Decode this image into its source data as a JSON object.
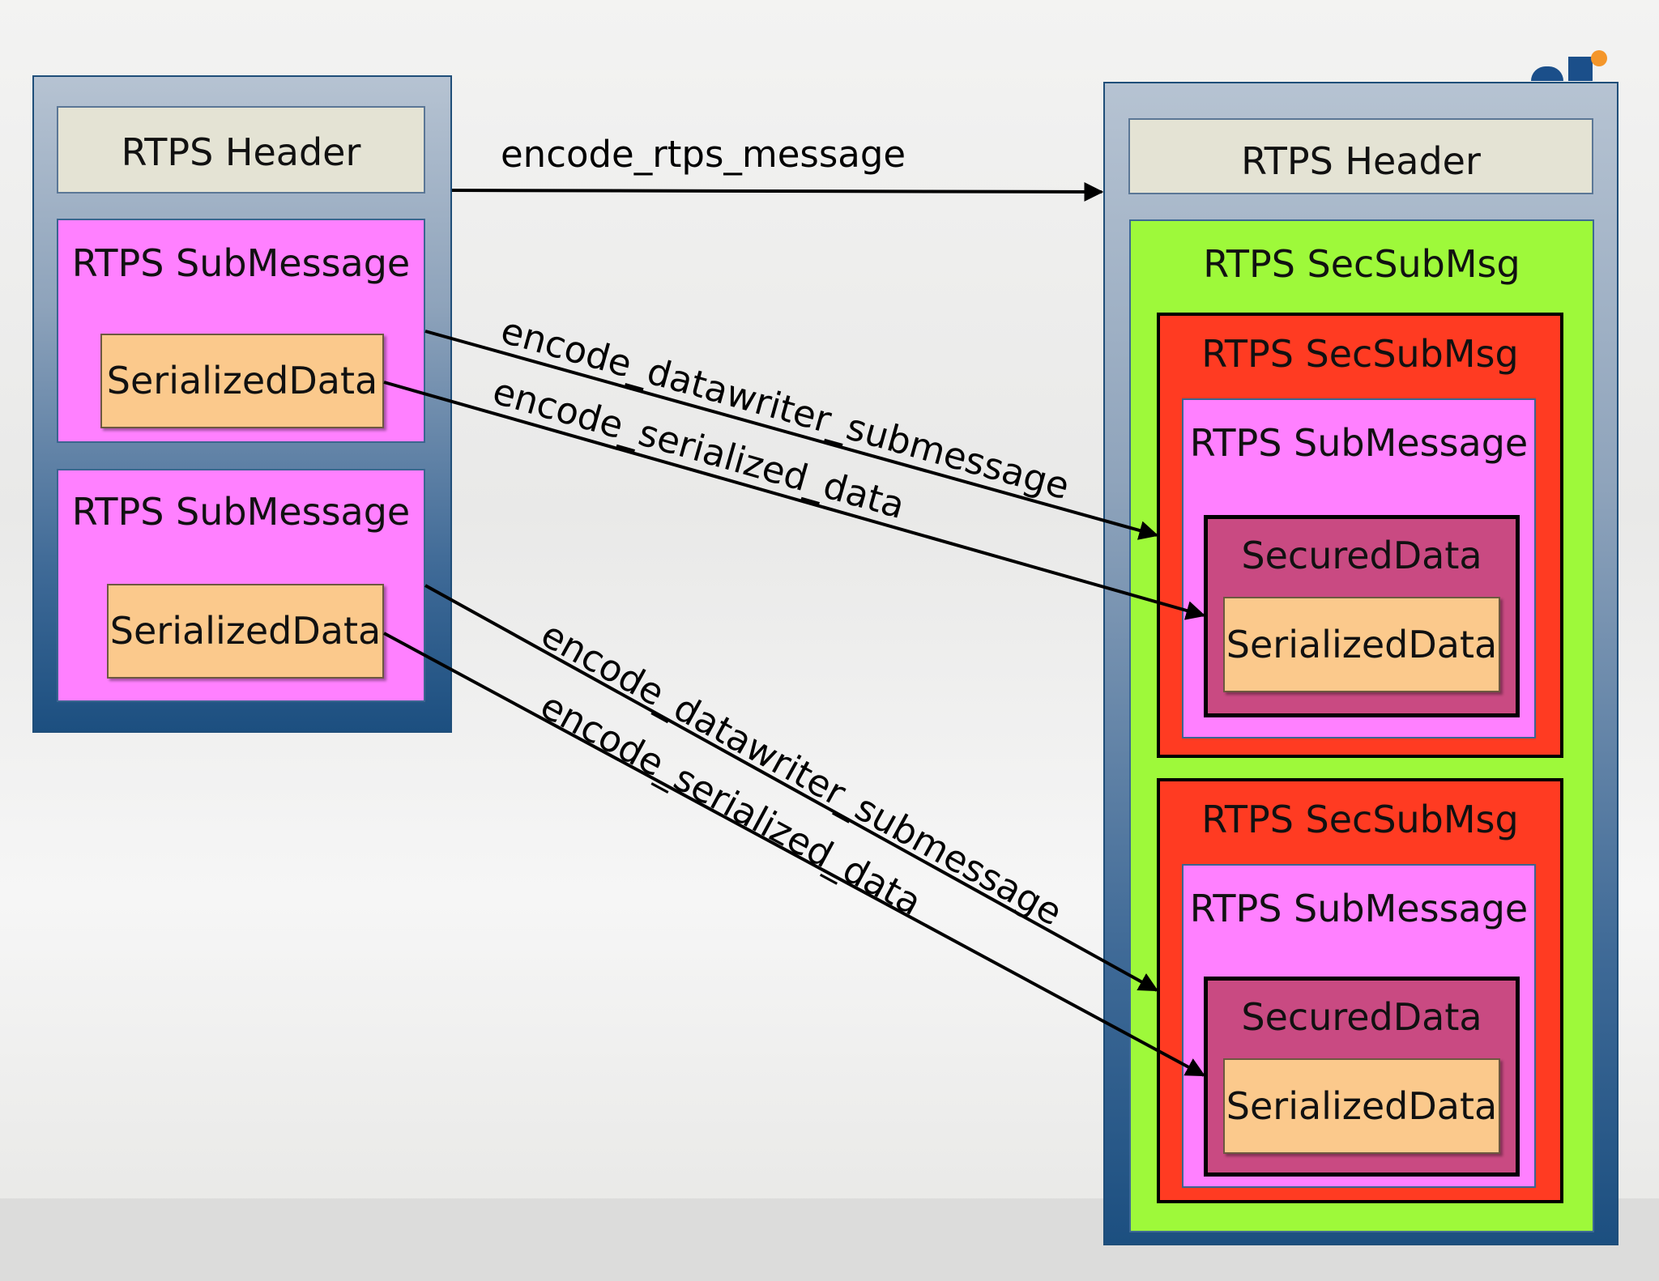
{
  "left": {
    "header": "RTPS Header",
    "submessages": [
      {
        "label": "RTPS SubMessage",
        "data": "SerializedData"
      },
      {
        "label": "RTPS SubMessage",
        "data": "SerializedData"
      }
    ]
  },
  "right": {
    "header": "RTPS Header",
    "outer_sec": "RTPS SecSubMsg",
    "inner": [
      {
        "sec": "RTPS SecSubMsg",
        "sub": "RTPS SubMessage",
        "secured": "SecuredData",
        "data": "SerializedData"
      },
      {
        "sec": "RTPS SecSubMsg",
        "sub": "RTPS SubMessage",
        "secured": "SecuredData",
        "data": "SerializedData"
      }
    ]
  },
  "edges": {
    "rtps_message": "encode_rtps_message",
    "dw1": "encode_datawriter_submessage",
    "sd1": "encode_serialized_data",
    "dw2": "encode_datawriter_submessage",
    "sd2": "encode_serialized_data"
  },
  "colors": {
    "header": "#e4e3d4",
    "submessage": "#ff80ff",
    "serialized": "#fbc98c",
    "secsubmsg_outer": "#9ef93a",
    "secsubmsg_inner": "#ff3b22",
    "secured": "#c94a82"
  }
}
